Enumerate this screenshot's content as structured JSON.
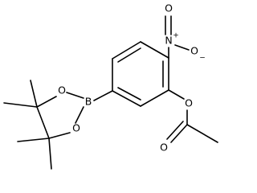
{
  "molecule": {
    "atoms": {
      "boron": "B",
      "ring_oxygen_upper": "O",
      "ring_oxygen_lower": "O",
      "nitro_nitrogen": "N",
      "nitro_nitrogen_charge": "+",
      "nitro_oxygen_top": "O",
      "nitro_oxygen_right": "O",
      "nitro_oxygen_right_charge": "−",
      "ester_oxygen": "O",
      "carbonyl_oxygen": "O"
    }
  }
}
